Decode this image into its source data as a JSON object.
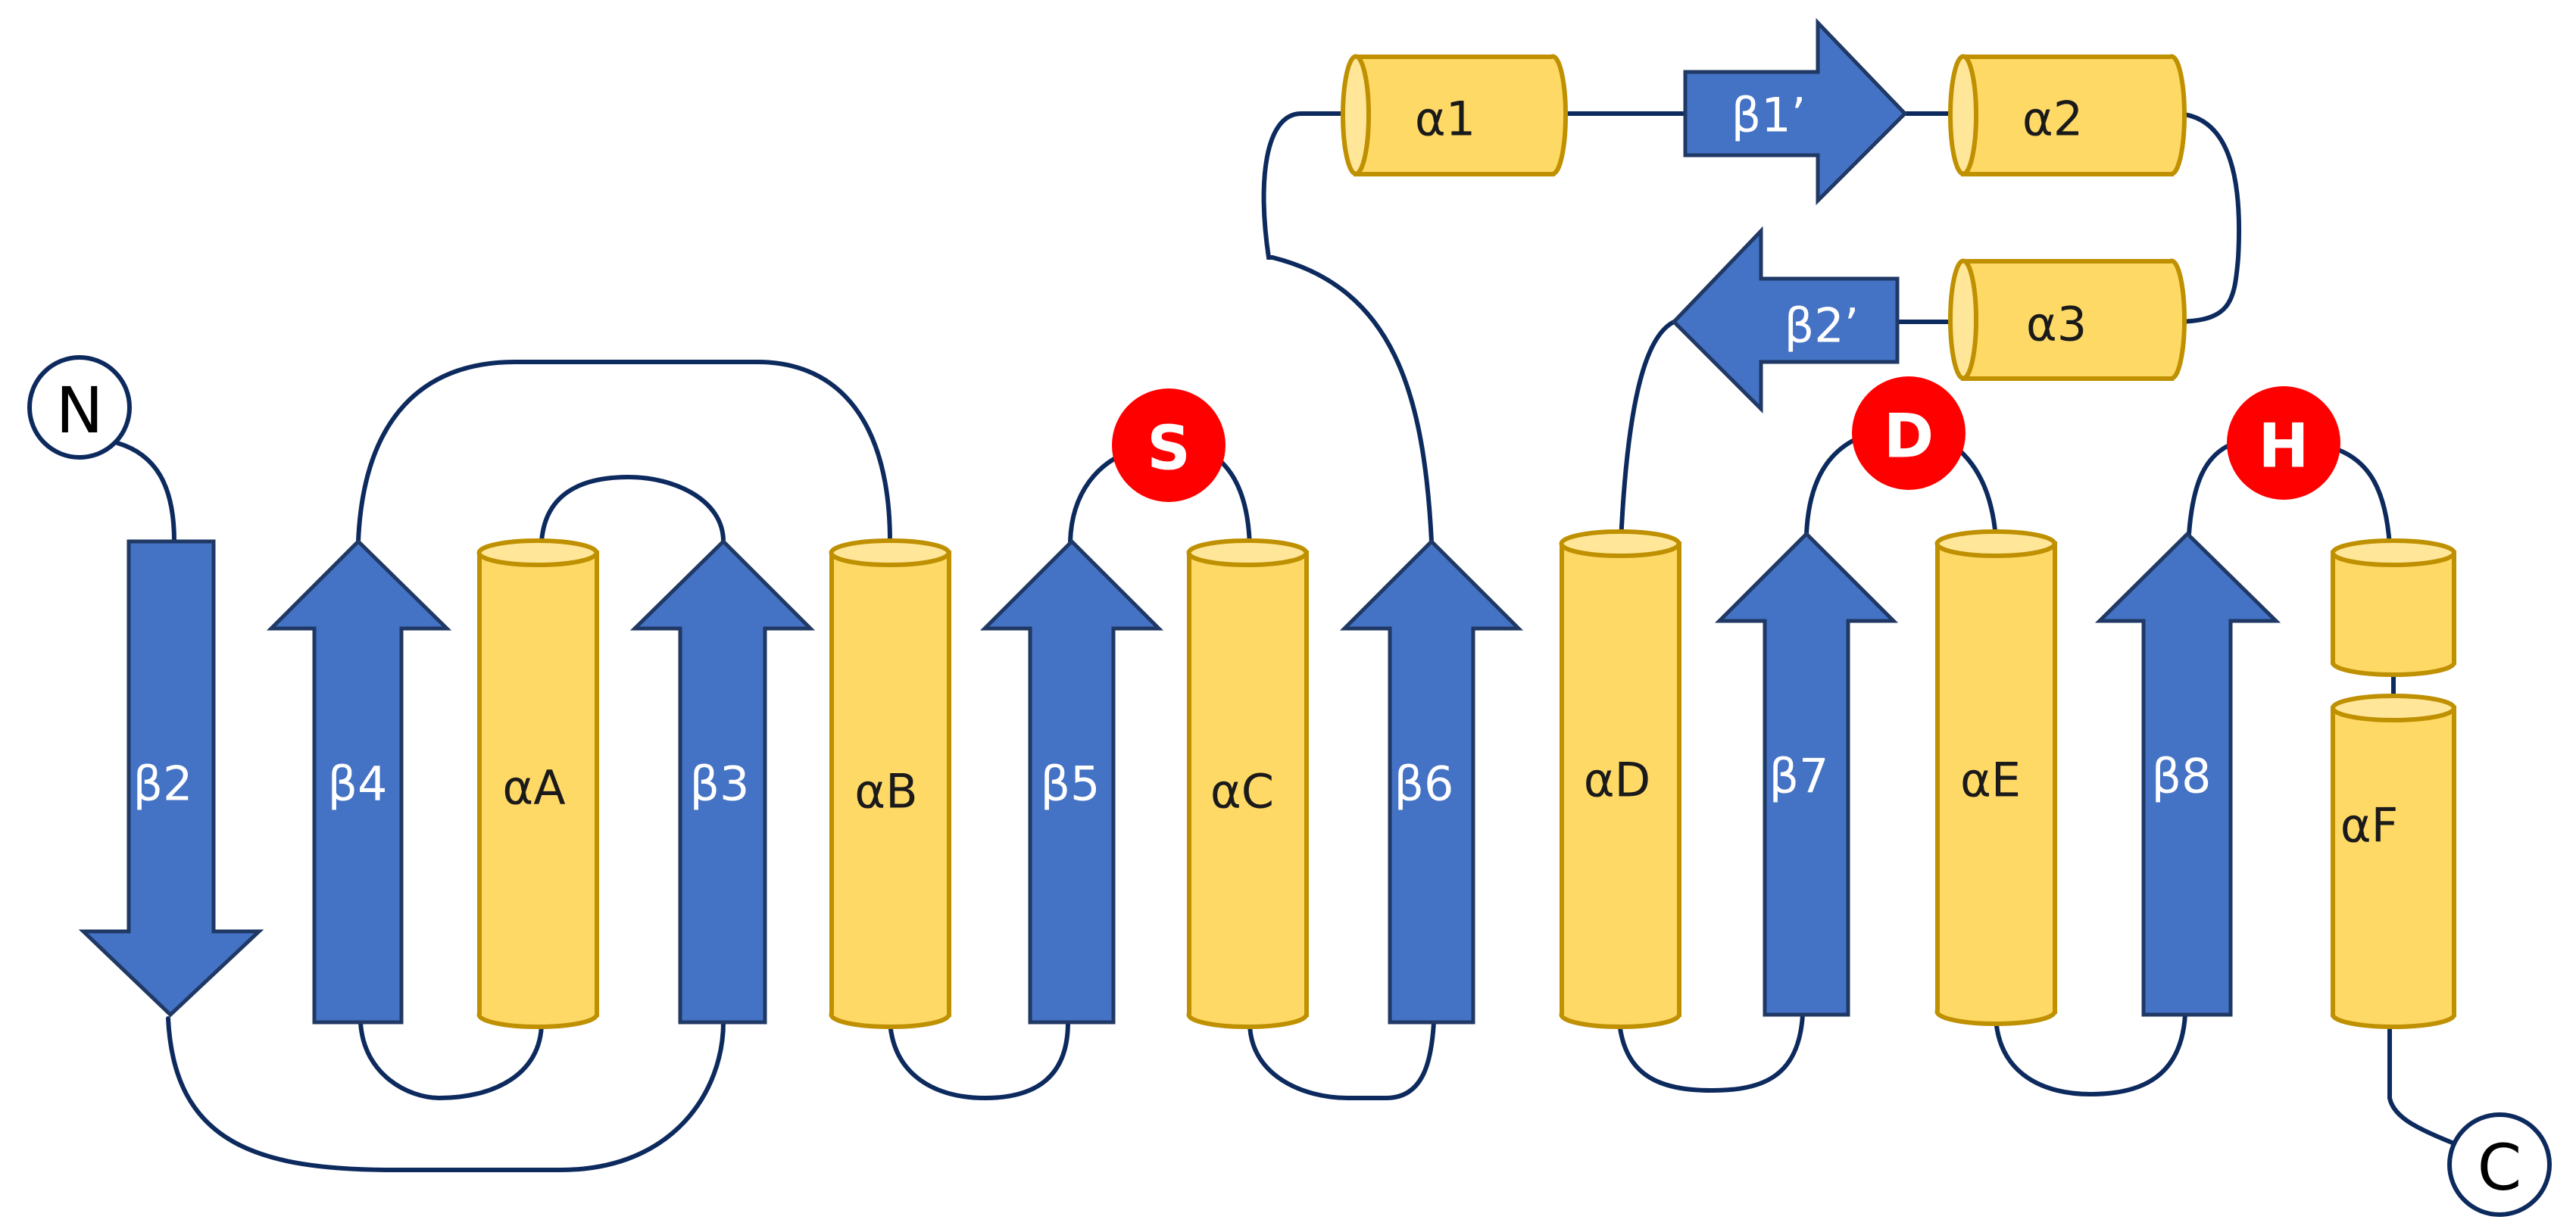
{
  "strands": {
    "b2": "β2",
    "b4": "β4",
    "b3": "β3",
    "b5": "β5",
    "b6": "β6",
    "b7": "β7",
    "b8": "β8",
    "b1p": "β1’",
    "b2p": "β2’"
  },
  "helices": {
    "aA": "αA",
    "aB": "αB",
    "aC": "αC",
    "aD": "αD",
    "aE": "αE",
    "aF": "αF",
    "a1": "α1",
    "a2": "α2",
    "a3": "α3"
  },
  "termini": {
    "n": "N",
    "c": "C"
  },
  "active_site": {
    "s": "S",
    "d": "D",
    "h": "H"
  },
  "colors": {
    "strand": "#4472c4",
    "helix": "#ffd966",
    "loop": "#0d2a5e",
    "active_site": "#ff0000"
  }
}
